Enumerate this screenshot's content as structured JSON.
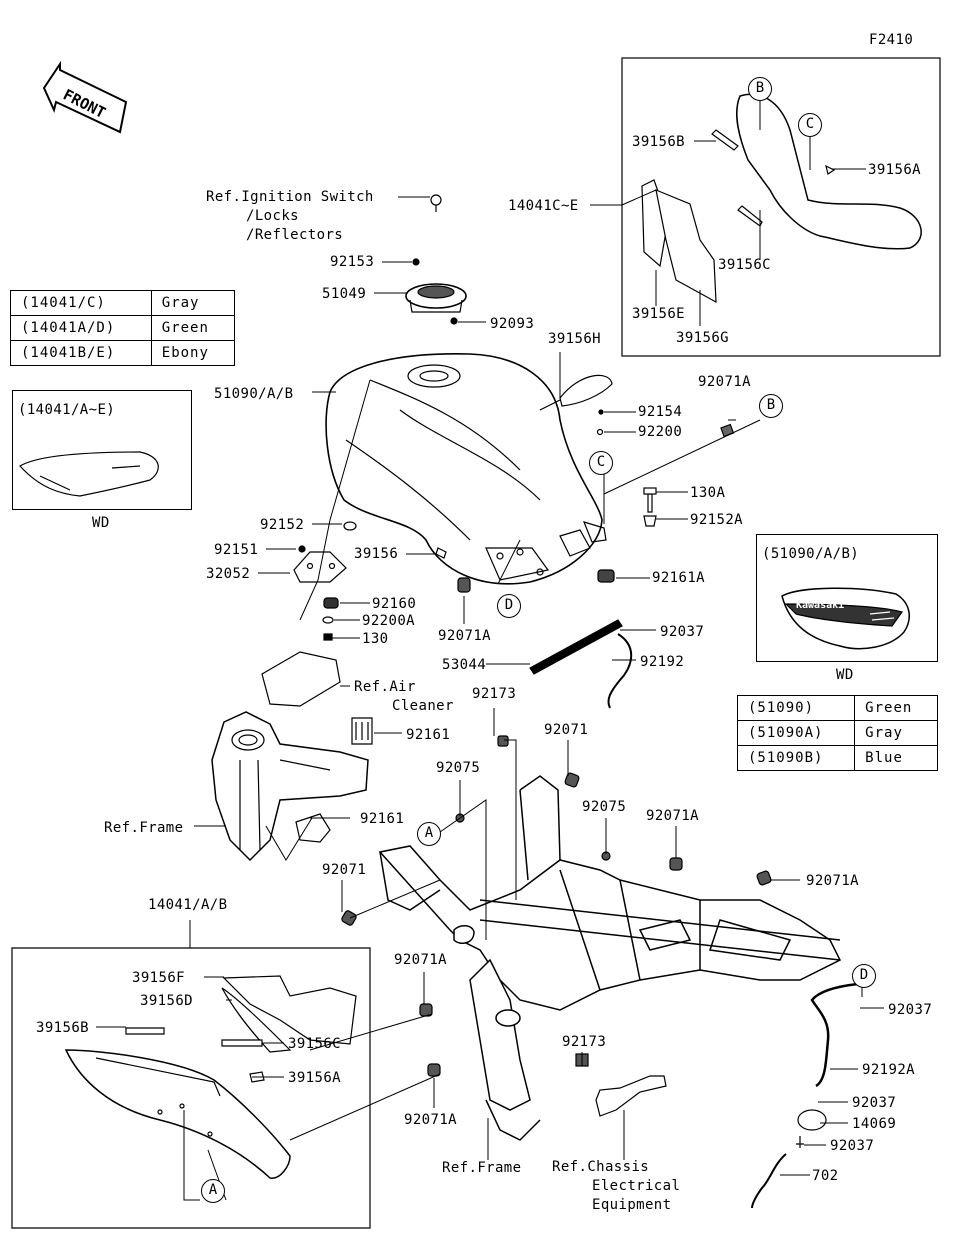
{
  "figure_code": "F2410",
  "front_arrow_label": "FRONT",
  "color_table_14041": [
    {
      "code": "(14041/C)",
      "color": "Gray"
    },
    {
      "code": "(14041A/D)",
      "color": "Green"
    },
    {
      "code": "(14041B/E)",
      "color": "Ebony"
    }
  ],
  "color_table_51090": [
    {
      "code": "(51090)",
      "color": "Green"
    },
    {
      "code": "(51090A)",
      "color": "Gray"
    },
    {
      "code": "(51090B)",
      "color": "Blue"
    }
  ],
  "inset_side_cover": {
    "title": "(14041/A~E)",
    "caption": "WD"
  },
  "inset_tank": {
    "title": "(51090/A/B)",
    "caption": "WD",
    "brand": "Kawasaki"
  },
  "labels": {
    "ref_ignition_1": "Ref.Ignition Switch",
    "ref_ignition_2": "/Locks",
    "ref_ignition_3": "/Reflectors",
    "p92153": "92153",
    "p51049": "51049",
    "p92093": "92093",
    "p51090": "51090/A/B",
    "p39156H": "39156H",
    "p92071A_top": "92071A",
    "p92154": "92154",
    "p92200": "92200",
    "p130A": "130A",
    "p92152A": "92152A",
    "p92161A": "92161A",
    "p92152": "92152",
    "p92151": "92151",
    "p32052": "32052",
    "p39156": "39156",
    "p92160": "92160",
    "p92200A": "92200A",
    "p130": "130",
    "p92071A_mid": "92071A",
    "p92037_a": "92037",
    "p53044": "53044",
    "p92192": "92192",
    "ref_air_1": "Ref.Air",
    "ref_air_2": "Cleaner",
    "p92173_top": "92173",
    "p92161_a": "92161",
    "p92071_a": "92071",
    "p92075_a": "92075",
    "p92075_b": "92075",
    "p92071A_c": "92071A",
    "ref_frame_left": "Ref.Frame",
    "p92161_b": "92161",
    "p92071_b": "92071",
    "p92071A_d": "92071A",
    "p14041AB": "14041/A/B",
    "p39156F": "39156F",
    "p39156D": "39156D",
    "p39156B_low": "39156B",
    "p39156C_low": "39156C",
    "p39156A_low": "39156A",
    "p92071A_e": "92071A",
    "p92071A_f": "92071A",
    "p92173_low": "92173",
    "ref_frame_bottom": "Ref.Frame",
    "ref_chassis_1": "Ref.Chassis",
    "ref_chassis_2": "Electrical",
    "ref_chassis_3": "Equipment",
    "p92037_b": "92037",
    "p92192A": "92192A",
    "p92037_c": "92037",
    "p14069": "14069",
    "p92037_d": "92037",
    "p702": "702",
    "p39156B_top": "39156B",
    "p39156A_top": "39156A",
    "p14041CE": "14041C~E",
    "p39156C_top": "39156C",
    "p39156E": "39156E",
    "p39156G": "39156G"
  },
  "callouts": {
    "A": "A",
    "B": "B",
    "C": "C",
    "D": "D"
  }
}
